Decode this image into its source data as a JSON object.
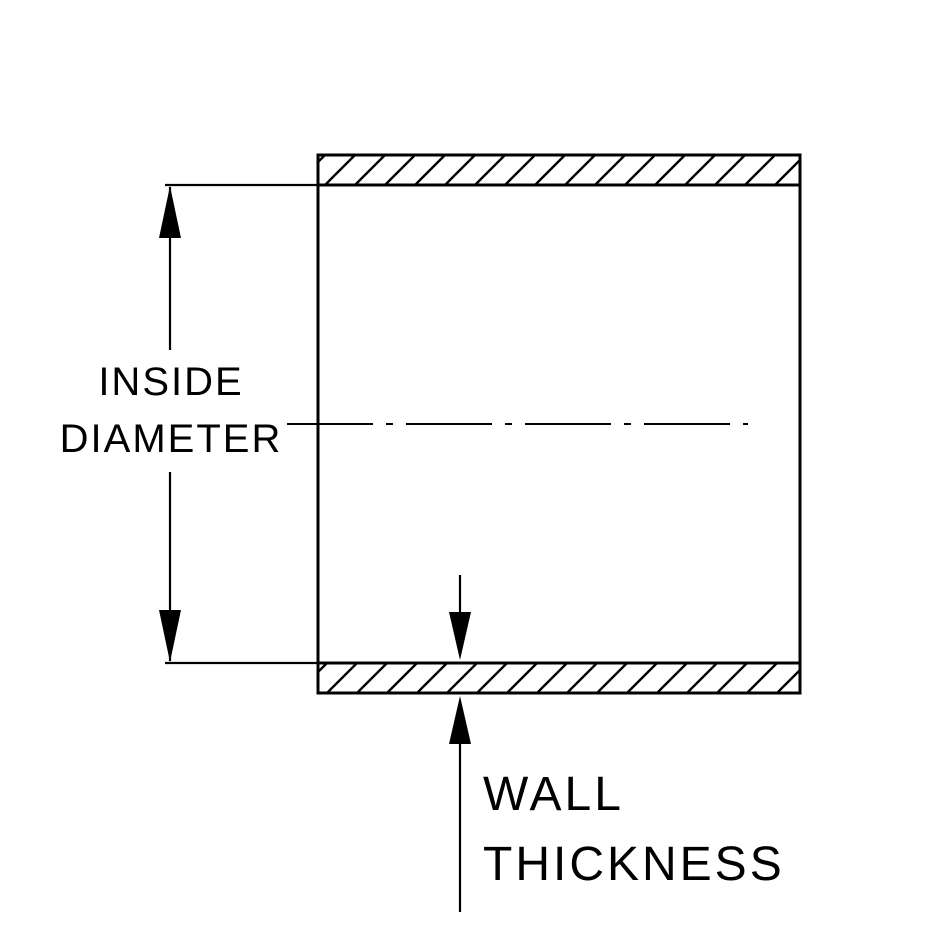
{
  "diagram": {
    "title": "hose coupler cross-section dimension diagram",
    "labels": {
      "inside_diameter_line1": "INSIDE",
      "inside_diameter_line2": "DIAMETER",
      "wall_thickness_line1": "WALL",
      "wall_thickness_line2": "THICKNESS"
    },
    "colors": {
      "line": "#000000",
      "background": "#ffffff"
    }
  }
}
